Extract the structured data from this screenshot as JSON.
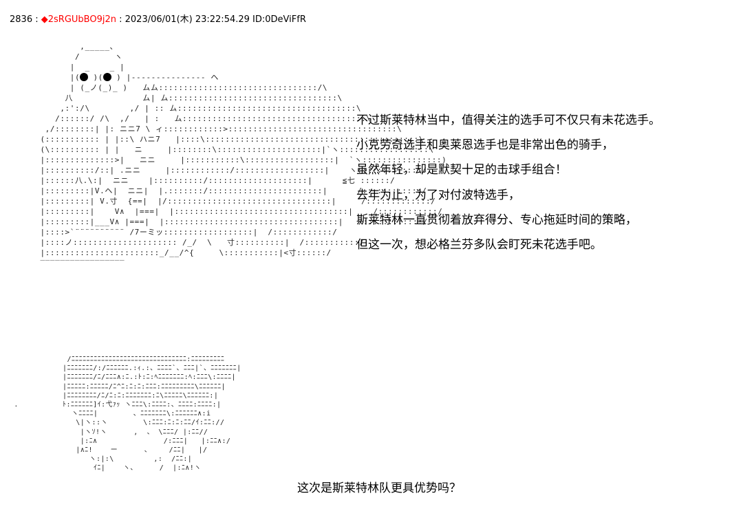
{
  "post": {
    "number": "2836",
    "separator": " : ",
    "trip": "◆2sRGUbBO9j2n",
    "separator2": " : ",
    "date": "2023/06/01(木) 23:22:54.29",
    "id": " ID:0DeViFfR"
  },
  "dialogue": {
    "lines": [
      "不过斯莱特林当中，值得关注的选手可不仅只有未花选手。",
      "小克劳奇选手和奥莱恩选手也是非常出色的骑手，",
      "虽然年轻，却是默契十足的击球手组合！",
      "去年为止，为了对付波特选手，",
      "斯莱特林一直贯彻着放弃得分、专心拖延时间的策略，",
      "但这一次，想必格兰芬多队会盯死未花选手吧。"
    ]
  },
  "question": "这次是斯莱特林队更具优势吗？"
}
